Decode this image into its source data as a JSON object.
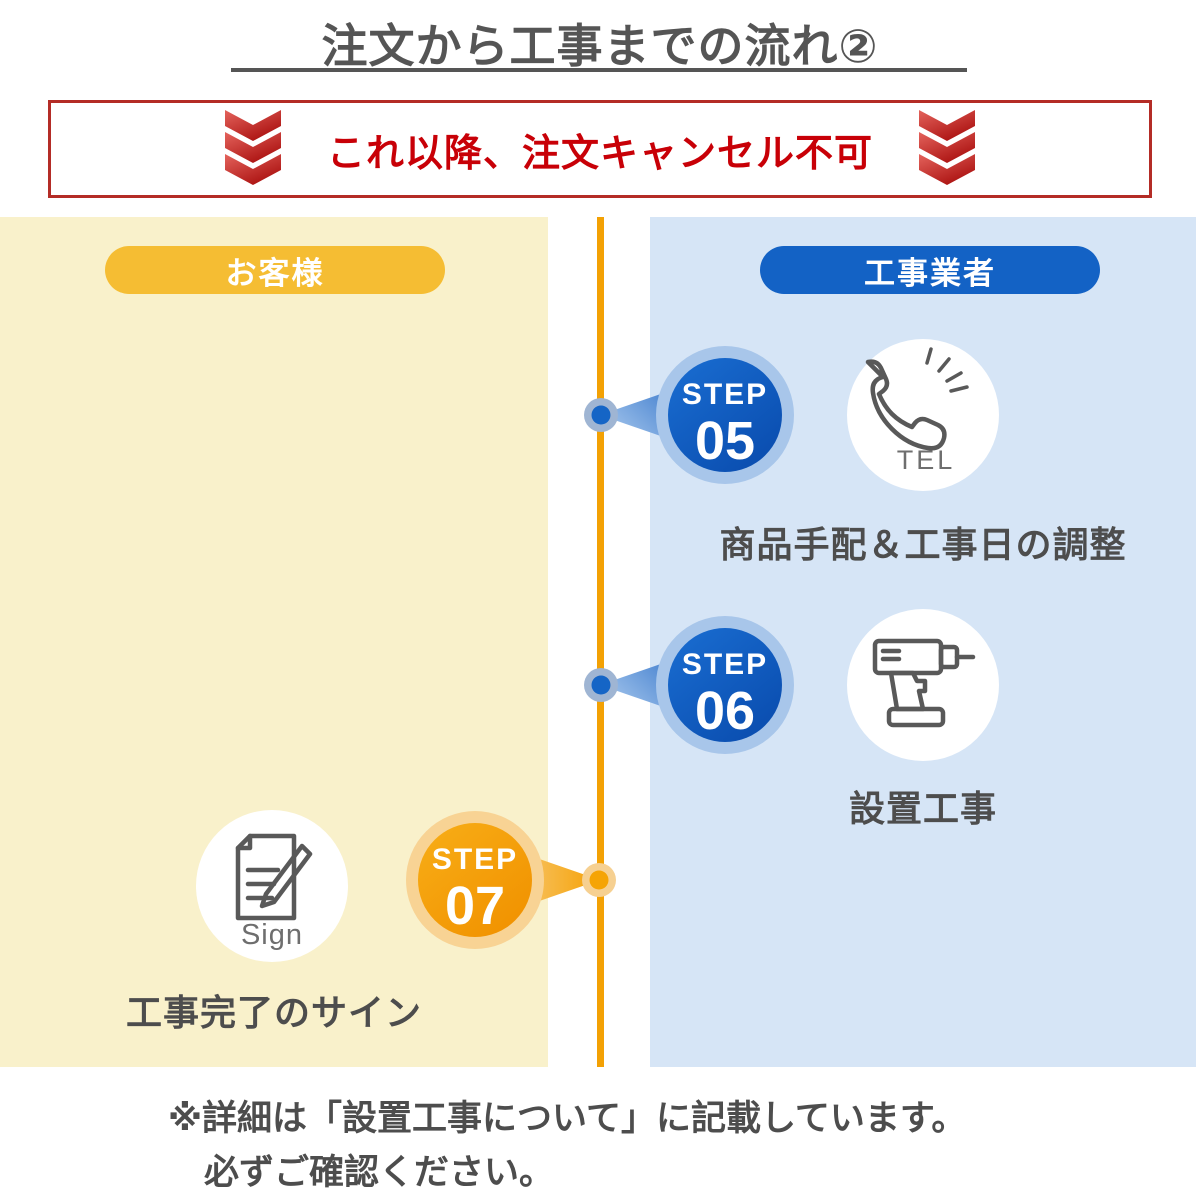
{
  "title": "注文から工事までの流れ②",
  "warning": {
    "text": "これ以降、注文キャンセル不可",
    "icon": "triple-chevron-down",
    "border_color": "#B42C26",
    "text_color": "#C80007"
  },
  "lanes": {
    "customer": {
      "label": "お客様",
      "pill_color": "#F5BD33",
      "bg_color": "#F9F1CB"
    },
    "contractor": {
      "label": "工事業者",
      "pill_color": "#1362C5",
      "bg_color": "#D6E5F6"
    }
  },
  "timeline": {
    "color": "#F3A104"
  },
  "steps": [
    {
      "word": "STEP",
      "number": "05",
      "lane": "contractor",
      "caption": "商品手配＆工事日の調整",
      "icon": "phone-tel",
      "icon_label": "TEL",
      "color": "#0E56B8"
    },
    {
      "word": "STEP",
      "number": "06",
      "lane": "contractor",
      "caption": "設置工事",
      "icon": "drill",
      "icon_label": "",
      "color": "#0E56B8"
    },
    {
      "word": "STEP",
      "number": "07",
      "lane": "customer",
      "caption": "工事完了のサイン",
      "icon": "sign-document",
      "icon_label": "Sign",
      "color": "#F59E03"
    }
  ],
  "footnote": {
    "line1": "※詳細は「設置工事について」に記載しています。",
    "line2": "必ずご確認ください。"
  }
}
